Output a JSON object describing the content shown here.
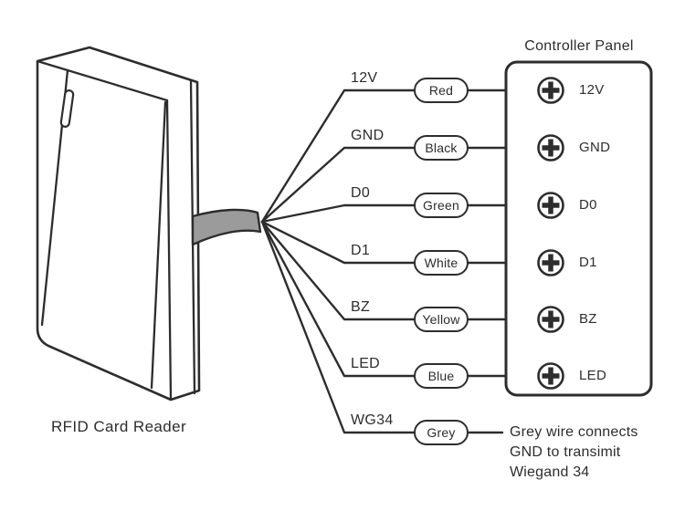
{
  "reader": {
    "label": "RFID Card Reader"
  },
  "panel": {
    "title": "Controller Panel",
    "terminals": [
      {
        "label": "12V"
      },
      {
        "label": "GND"
      },
      {
        "label": "D0"
      },
      {
        "label": "D1"
      },
      {
        "label": "BZ"
      },
      {
        "label": "LED"
      }
    ]
  },
  "wires": [
    {
      "label": "12V",
      "color": "Red"
    },
    {
      "label": "GND",
      "color": "Black"
    },
    {
      "label": "D0",
      "color": "Green"
    },
    {
      "label": "D1",
      "color": "White"
    },
    {
      "label": "BZ",
      "color": "Yellow"
    },
    {
      "label": "LED",
      "color": "Blue"
    },
    {
      "label": "WG34",
      "color": "Grey"
    }
  ],
  "note": {
    "lines": [
      "Grey wire connects",
      "GND to transimit",
      "Wiegand 34"
    ]
  },
  "colors": {
    "ink": "#2d2d2d",
    "cable_fill": "#9b9b9b",
    "background": "#ffffff"
  }
}
